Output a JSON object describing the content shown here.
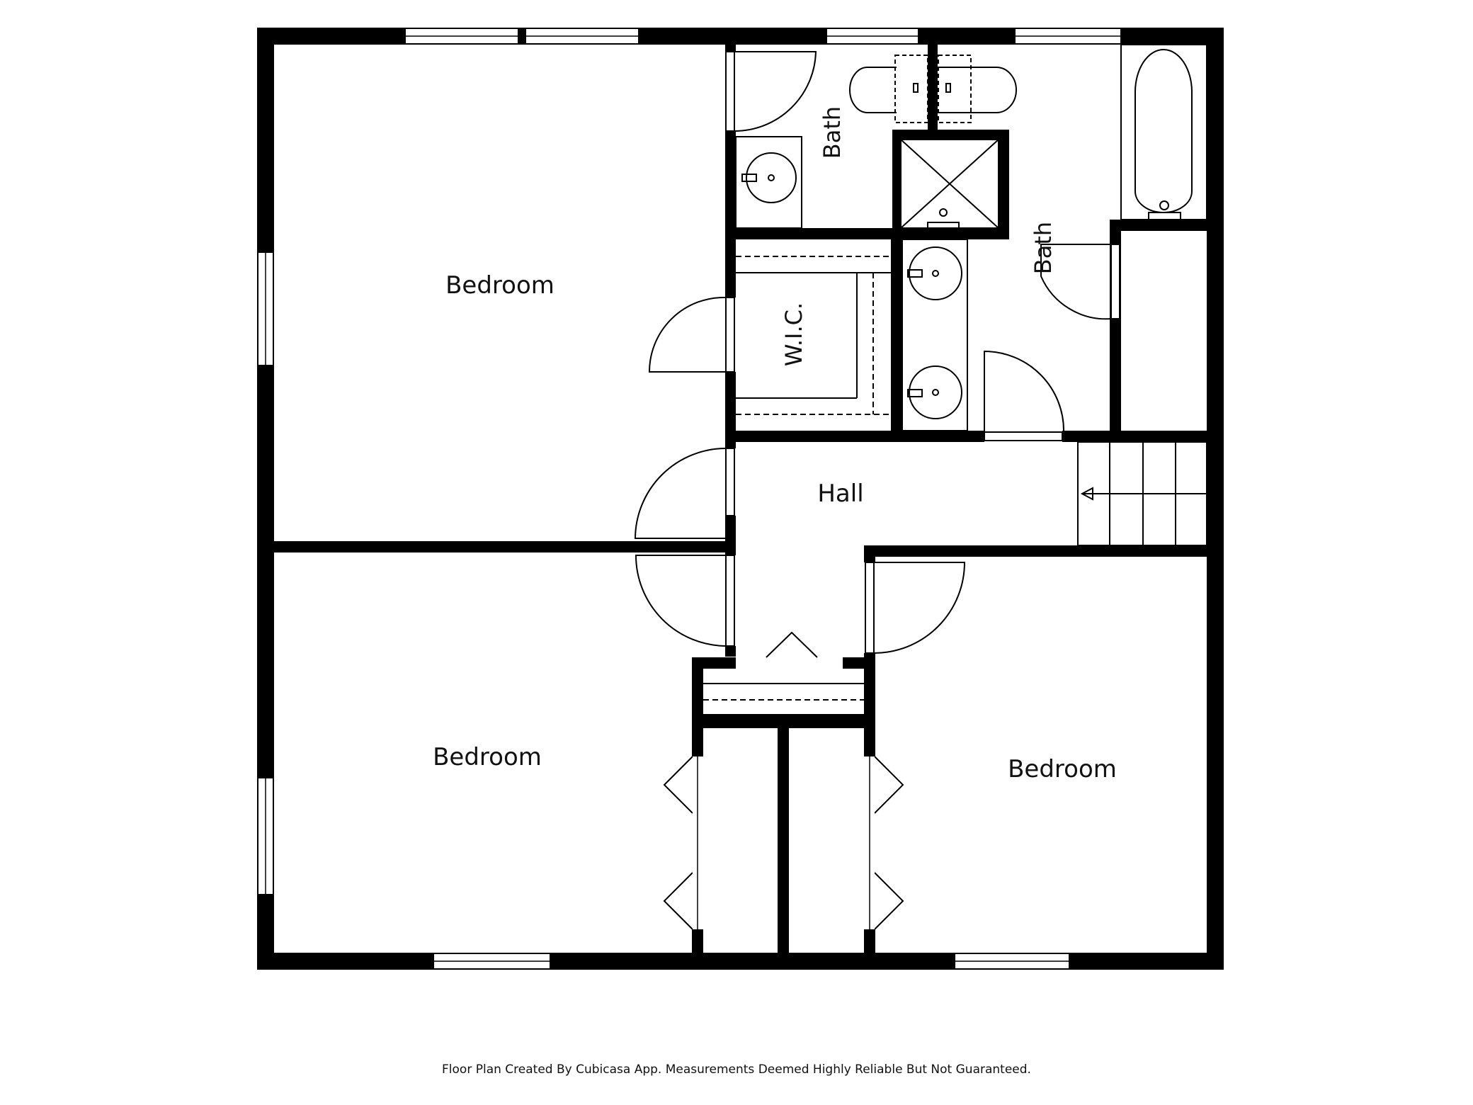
{
  "rooms": {
    "bedroom_nw": "Bedroom",
    "bedroom_sw": "Bedroom",
    "bedroom_se": "Bedroom",
    "bath_1": "Bath",
    "bath_2": "Bath",
    "wic": "W.I.C.",
    "hall": "Hall"
  },
  "footer": {
    "credit": "Floor Plan Created By Cubicasa App. Measurements Deemed Highly Reliable But Not Guaranteed."
  },
  "colors": {
    "wall": "#000000",
    "line": "#000000",
    "background": "#ffffff"
  }
}
